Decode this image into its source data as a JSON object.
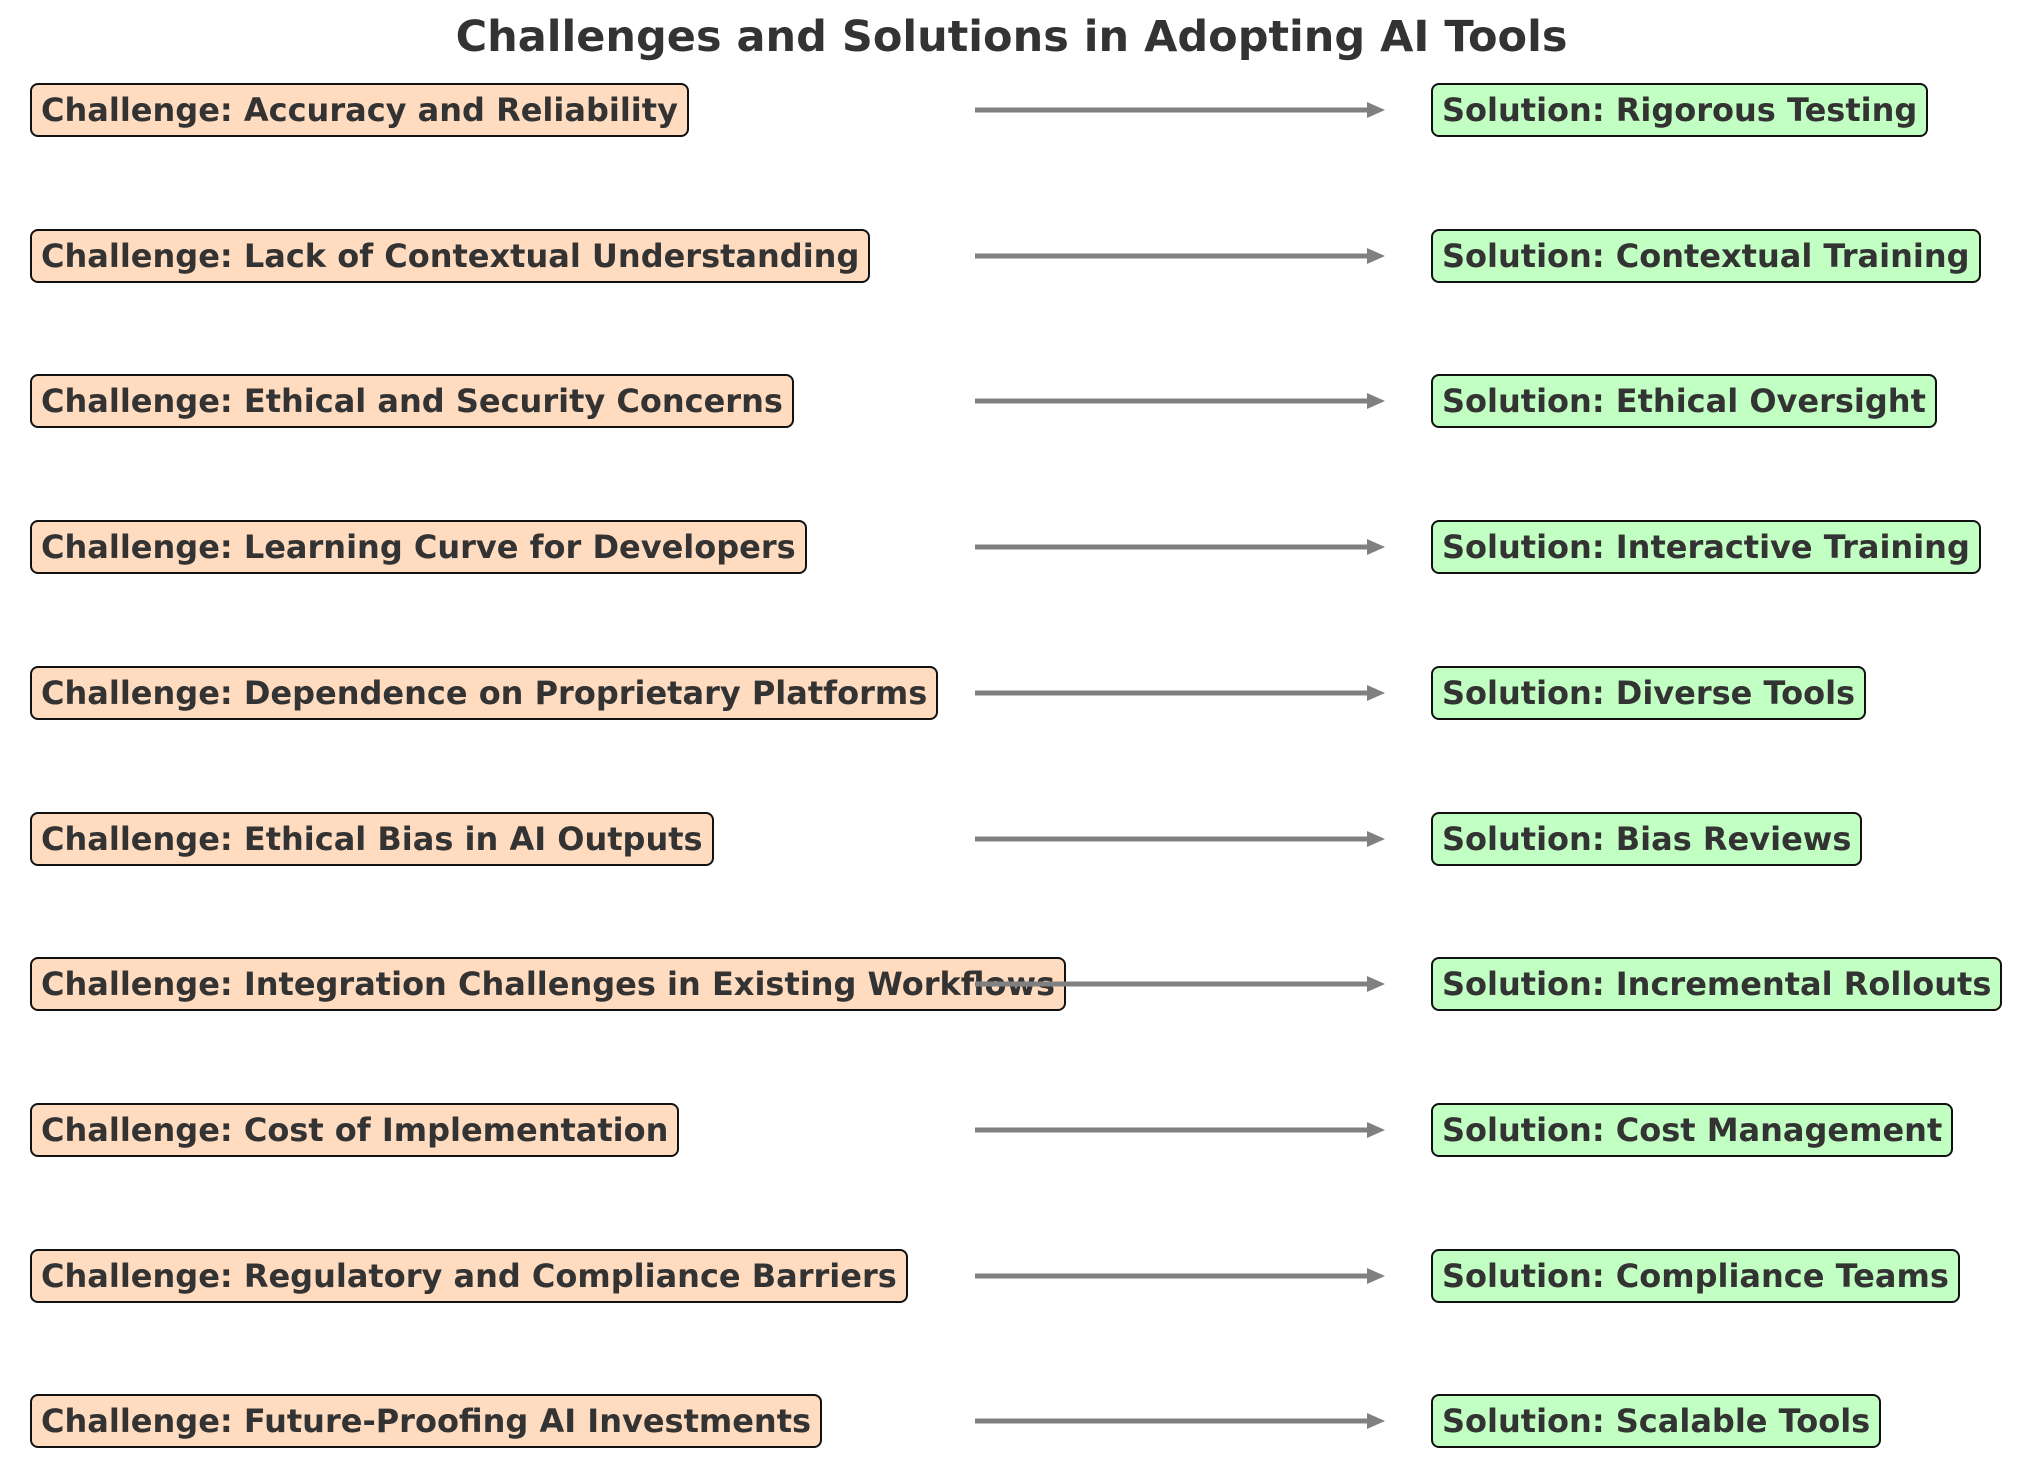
{
  "title": "Challenges and Solutions in Adopting AI Tools",
  "colors": {
    "challenge_fill": "#ffdcc0",
    "solution_fill": "#c2ffc2",
    "arrow": "#808080",
    "text": "#333333"
  },
  "pairs": [
    {
      "challenge": "Challenge: Accuracy and Reliability",
      "solution": "Solution: Rigorous Testing"
    },
    {
      "challenge": "Challenge: Lack of Contextual Understanding",
      "solution": "Solution: Contextual Training"
    },
    {
      "challenge": "Challenge: Ethical and Security Concerns",
      "solution": "Solution: Ethical Oversight"
    },
    {
      "challenge": "Challenge: Learning Curve for Developers",
      "solution": "Solution: Interactive Training"
    },
    {
      "challenge": "Challenge: Dependence on Proprietary Platforms",
      "solution": "Solution: Diverse Tools"
    },
    {
      "challenge": "Challenge: Ethical Bias in AI Outputs",
      "solution": "Solution: Bias Reviews"
    },
    {
      "challenge": "Challenge: Integration Challenges in Existing Workflows",
      "solution": "Solution: Incremental Rollouts"
    },
    {
      "challenge": "Challenge: Cost of Implementation",
      "solution": "Solution: Cost Management"
    },
    {
      "challenge": "Challenge: Regulatory and Compliance Barriers",
      "solution": "Solution: Compliance Teams"
    },
    {
      "challenge": "Challenge: Future-Proofing AI Investments",
      "solution": "Solution: Scalable Tools"
    }
  ]
}
